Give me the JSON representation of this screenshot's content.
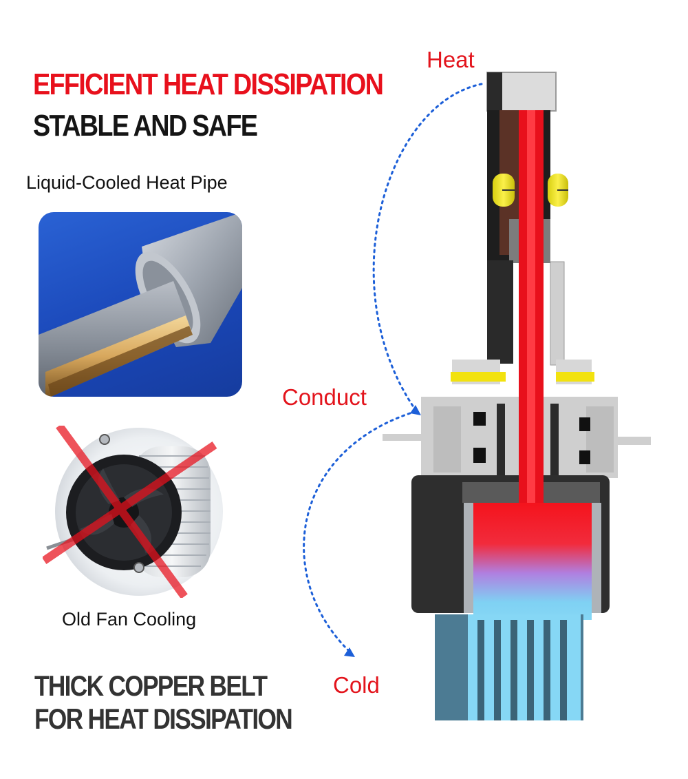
{
  "headline": {
    "line1": "EFFICIENT HEAT DISSIPATION",
    "line2": "STABLE AND SAFE"
  },
  "left_panel": {
    "pipe_caption": "Liquid-Cooled Heat Pipe",
    "fan_caption": "Old Fan Cooling"
  },
  "footer": {
    "line1": "THICK COPPER BELT",
    "line2": "FOR HEAT DISSIPATION"
  },
  "flow_labels": {
    "heat": "Heat",
    "conduct": "Conduct",
    "cold": "Cold"
  },
  "colors": {
    "accent_red": "#e8101c",
    "arrow_blue": "#1c5fd8",
    "panel_blue": "#1a47b8",
    "chip_yellow": "#f2e20f"
  }
}
